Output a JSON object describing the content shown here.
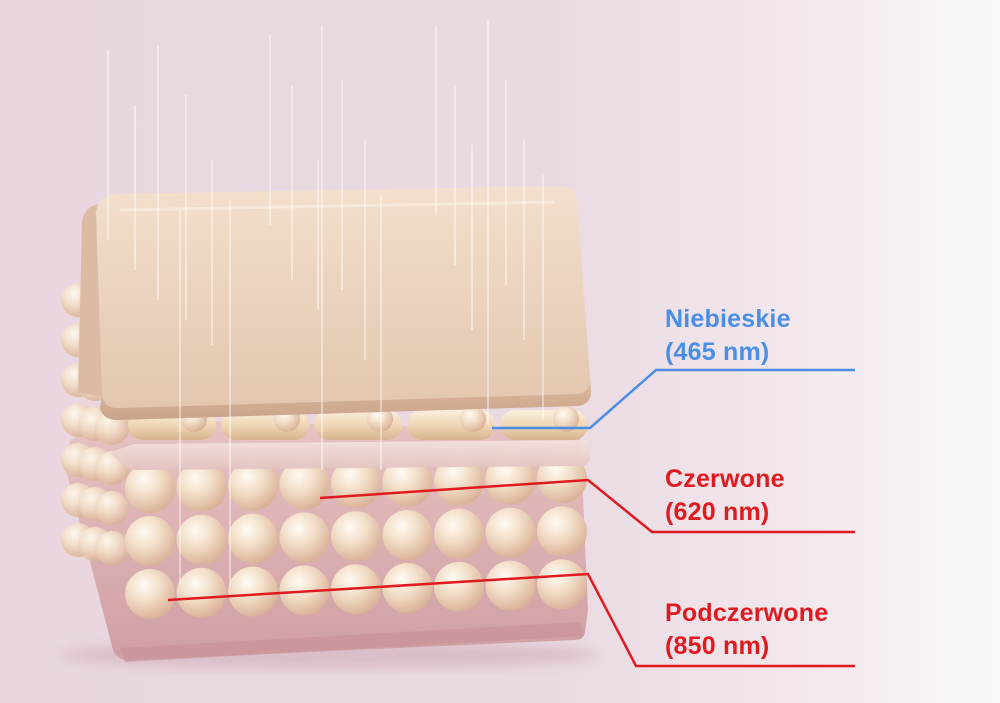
{
  "colors": {
    "blue": "#4a8ee6",
    "red": "#e01a1f",
    "beam_red": "#e2245e",
    "beam_blue": "#2b74e8",
    "skin_top": "#ecd3bd",
    "pearl": "#f1dcc6",
    "base": "#dcb0b2"
  },
  "labels": {
    "blue": {
      "name": "Niebieskie",
      "wavelength": "(465 nm)"
    },
    "red": {
      "name": "Czerwone",
      "wavelength": "(620 nm)"
    },
    "infrared": {
      "name": "Podczerwone",
      "wavelength": "(850 nm)"
    }
  }
}
